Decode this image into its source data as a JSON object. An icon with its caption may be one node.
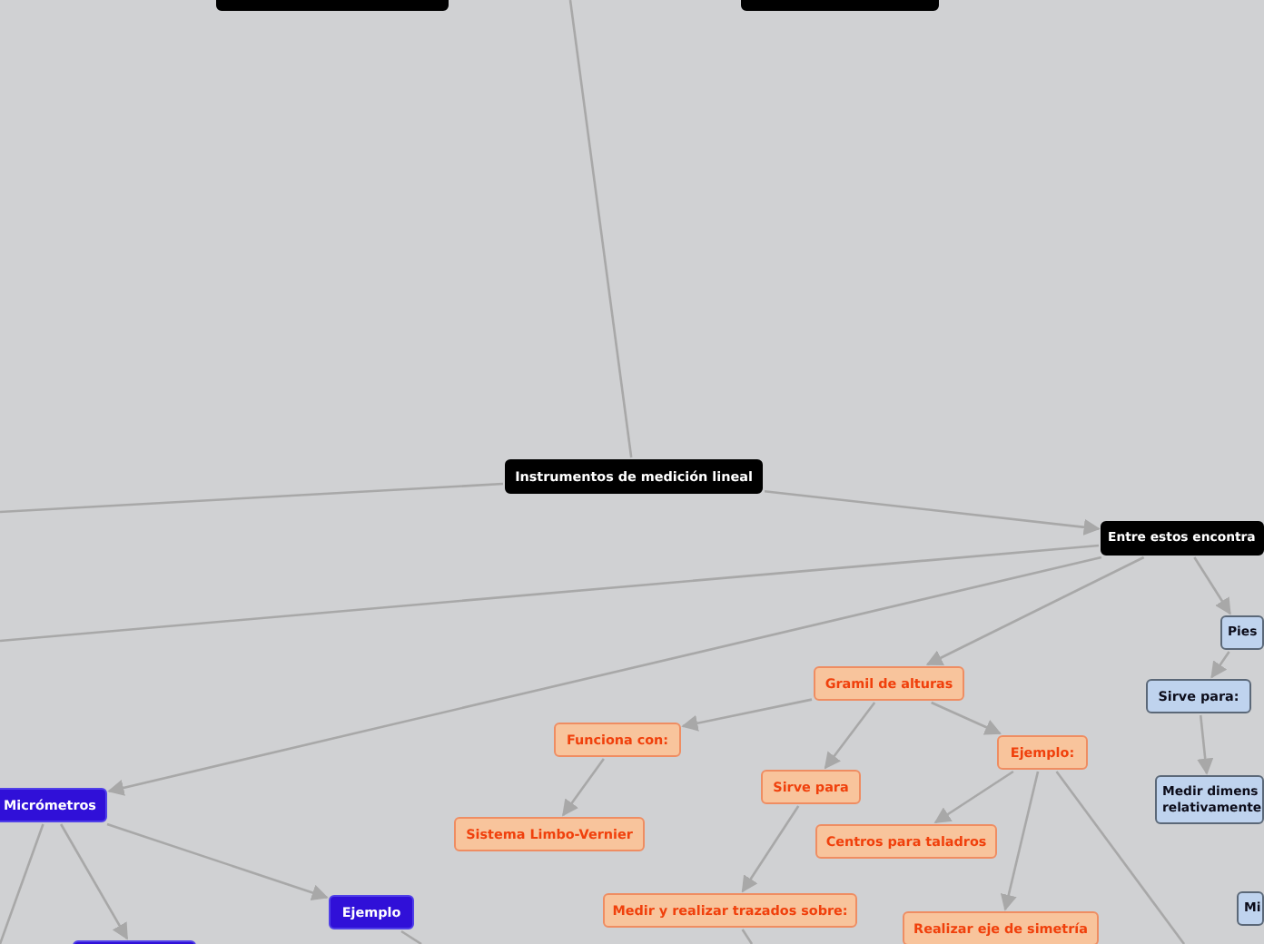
{
  "diagram": {
    "nodes": [
      {
        "text": [],
        "shape": "box"
      },
      {
        "text": [],
        "shape": "box"
      },
      {
        "text": [
          "Instrumentos de medición lineal"
        ]
      },
      {
        "text": [
          "Entre estos encontra"
        ]
      },
      {
        "text": [
          "Pies"
        ]
      },
      {
        "text": [
          "Sirve para:"
        ]
      },
      {
        "text": [
          "Medir dimens relativamente"
        ]
      },
      {
        "text": [
          "Mi"
        ]
      },
      {
        "text": [
          "Gramil de alturas"
        ]
      },
      {
        "text": [
          "Funciona con:"
        ]
      },
      {
        "text": [
          "Ejemplo:"
        ]
      },
      {
        "text": [
          "Sirve para"
        ]
      },
      {
        "text": [
          "Sistema Limbo-Vernier"
        ]
      },
      {
        "text": [
          "Centros para taladros"
        ]
      },
      {
        "text": [
          "Medir y realizar trazados sobre:"
        ]
      },
      {
        "text": [
          "Realizar eje de simetría"
        ]
      },
      {
        "text": [
          "Micrómetros"
        ]
      },
      {
        "text": [
          "Ejemplo"
        ]
      },
      {
        "text": [],
        "shape": "box"
      }
    ],
    "edges": [
      {
        "from": null,
        "to": 2,
        "arrow": "none"
      },
      {
        "from": 2,
        "to": null,
        "arrow": "none"
      },
      {
        "from": 2,
        "to": 3,
        "arrow": "to"
      },
      {
        "from": 3,
        "to": null,
        "arrow": "none"
      },
      {
        "from": 3,
        "to": 16,
        "arrow": "to"
      },
      {
        "from": 3,
        "to": 8,
        "arrow": "to"
      },
      {
        "from": 3,
        "to": 4,
        "arrow": "to"
      },
      {
        "from": 4,
        "to": 5,
        "arrow": "to"
      },
      {
        "from": 5,
        "to": 6,
        "arrow": "to"
      },
      {
        "from": 8,
        "to": 9,
        "arrow": "to"
      },
      {
        "from": 8,
        "to": 11,
        "arrow": "to"
      },
      {
        "from": 8,
        "to": 10,
        "arrow": "to"
      },
      {
        "from": 9,
        "to": 12,
        "arrow": "to"
      },
      {
        "from": 11,
        "to": 14,
        "arrow": "to"
      },
      {
        "from": 10,
        "to": 13,
        "arrow": "to"
      },
      {
        "from": 10,
        "to": 15,
        "arrow": "to"
      },
      {
        "from": 10,
        "to": null,
        "arrow": "none"
      },
      {
        "from": 14,
        "to": null,
        "arrow": "none"
      },
      {
        "from": 16,
        "to": null,
        "arrow": "none"
      },
      {
        "from": 16,
        "to": 18,
        "arrow": "to"
      },
      {
        "from": 16,
        "to": 17,
        "arrow": "to"
      },
      {
        "from": 17,
        "to": null,
        "arrow": "none"
      }
    ]
  }
}
